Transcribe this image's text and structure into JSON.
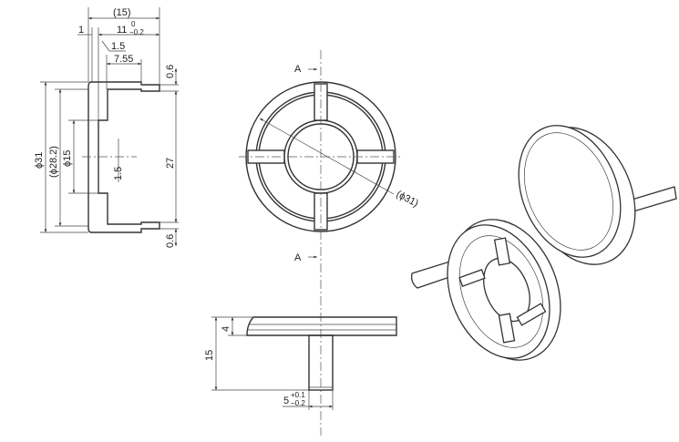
{
  "section_view": {
    "dim_overall_length": "(15)",
    "dim_wall": "1",
    "dim_depth": "11",
    "dim_depth_tol_upper": "0",
    "dim_depth_tol_lower": "−0.2",
    "dim_step": "1.5",
    "dim_lip_offset": "7.55",
    "dim_lip_top": "0.6",
    "dim_lip_bottom": "0.6",
    "dim_outer_dia": "ϕ31",
    "dim_ref_dia": "(ϕ28.2)",
    "dim_hole_dia": "ϕ15",
    "dim_rib": "1.5",
    "dim_inner": "27"
  },
  "front_view": {
    "section_mark_top": "A",
    "section_mark_bottom": "A",
    "dim_dia": "(ϕ31)"
  },
  "side_view": {
    "dim_head": "4",
    "dim_height": "15",
    "dim_stem": "5",
    "dim_stem_tol_upper": "+0.1",
    "dim_stem_tol_lower": "−0.2"
  }
}
